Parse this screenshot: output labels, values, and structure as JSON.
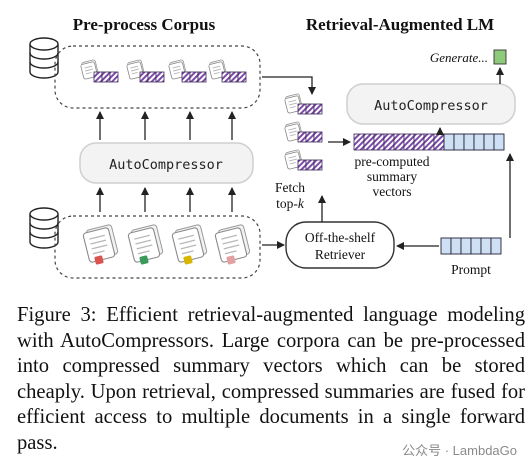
{
  "figure": {
    "left_title": "Pre-process Corpus",
    "right_title": "Retrieval-Augmented LM",
    "compressor_label": "AutoCompressor",
    "compressor_label_right": "AutoCompressor",
    "generate_label": "Generate...",
    "fetch_label": "Fetch",
    "topk_prefix": "top-",
    "topk_var": "k",
    "retriever_line1": "Off-the-shelf",
    "retriever_line2": "Retriever",
    "precomputed_lines": [
      "pre-computed",
      "summary",
      "vectors"
    ],
    "prompt_label": "Prompt",
    "colors": {
      "summary_vector": "#7b4aa8",
      "prompt_token": "#cfe0f4",
      "generate_token": "#8fc97a",
      "doc_badges": [
        "#d9534f",
        "#3a9a5a",
        "#d8b500",
        "#e2a0a0"
      ]
    }
  },
  "caption": {
    "label": "Figure 3:",
    "text": "Efficient retrieval-augmented language modeling with AutoCompressors. Large corpora can be pre-processed into compressed summary vectors which can be stored cheaply. Upon retrieval, compressed summaries are fused for efficient access to multiple documents in a single forward pass."
  },
  "watermark": "公众号 · LambdaGo"
}
